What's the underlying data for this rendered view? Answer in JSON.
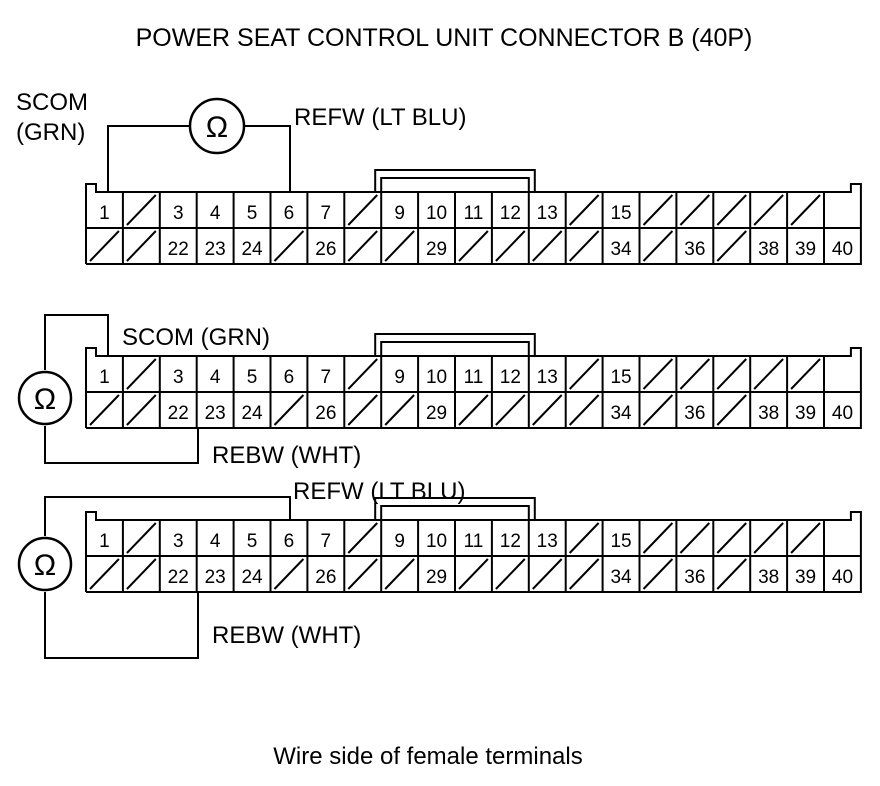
{
  "title": "POWER SEAT CONTROL UNIT CONNECTOR B (40P)",
  "caption": "Wire side of female terminals",
  "ohm_symbol": "Ω",
  "connector": {
    "top_row": [
      "1",
      "",
      "3",
      "4",
      "5",
      "6",
      "7",
      "",
      "9",
      "10",
      "11",
      "12",
      "13",
      "",
      "15",
      "",
      "",
      "",
      "",
      "",
      ""
    ],
    "bottom_row": [
      "",
      "",
      "22",
      "23",
      "24",
      "",
      "26",
      "",
      "",
      "29",
      "",
      "",
      "",
      "",
      "34",
      "",
      "36",
      "",
      "38",
      "39",
      "40"
    ]
  },
  "tests": [
    {
      "labels": {
        "scom_a": "SCOM",
        "scom_b": "(GRN)",
        "refw": "REFW (LT BLU)"
      }
    },
    {
      "labels": {
        "scom": "SCOM (GRN)",
        "rebw": "REBW (WHT)"
      }
    },
    {
      "labels": {
        "refw": "REFW (LT BLU)",
        "rebw": "REBW (WHT)"
      }
    }
  ]
}
